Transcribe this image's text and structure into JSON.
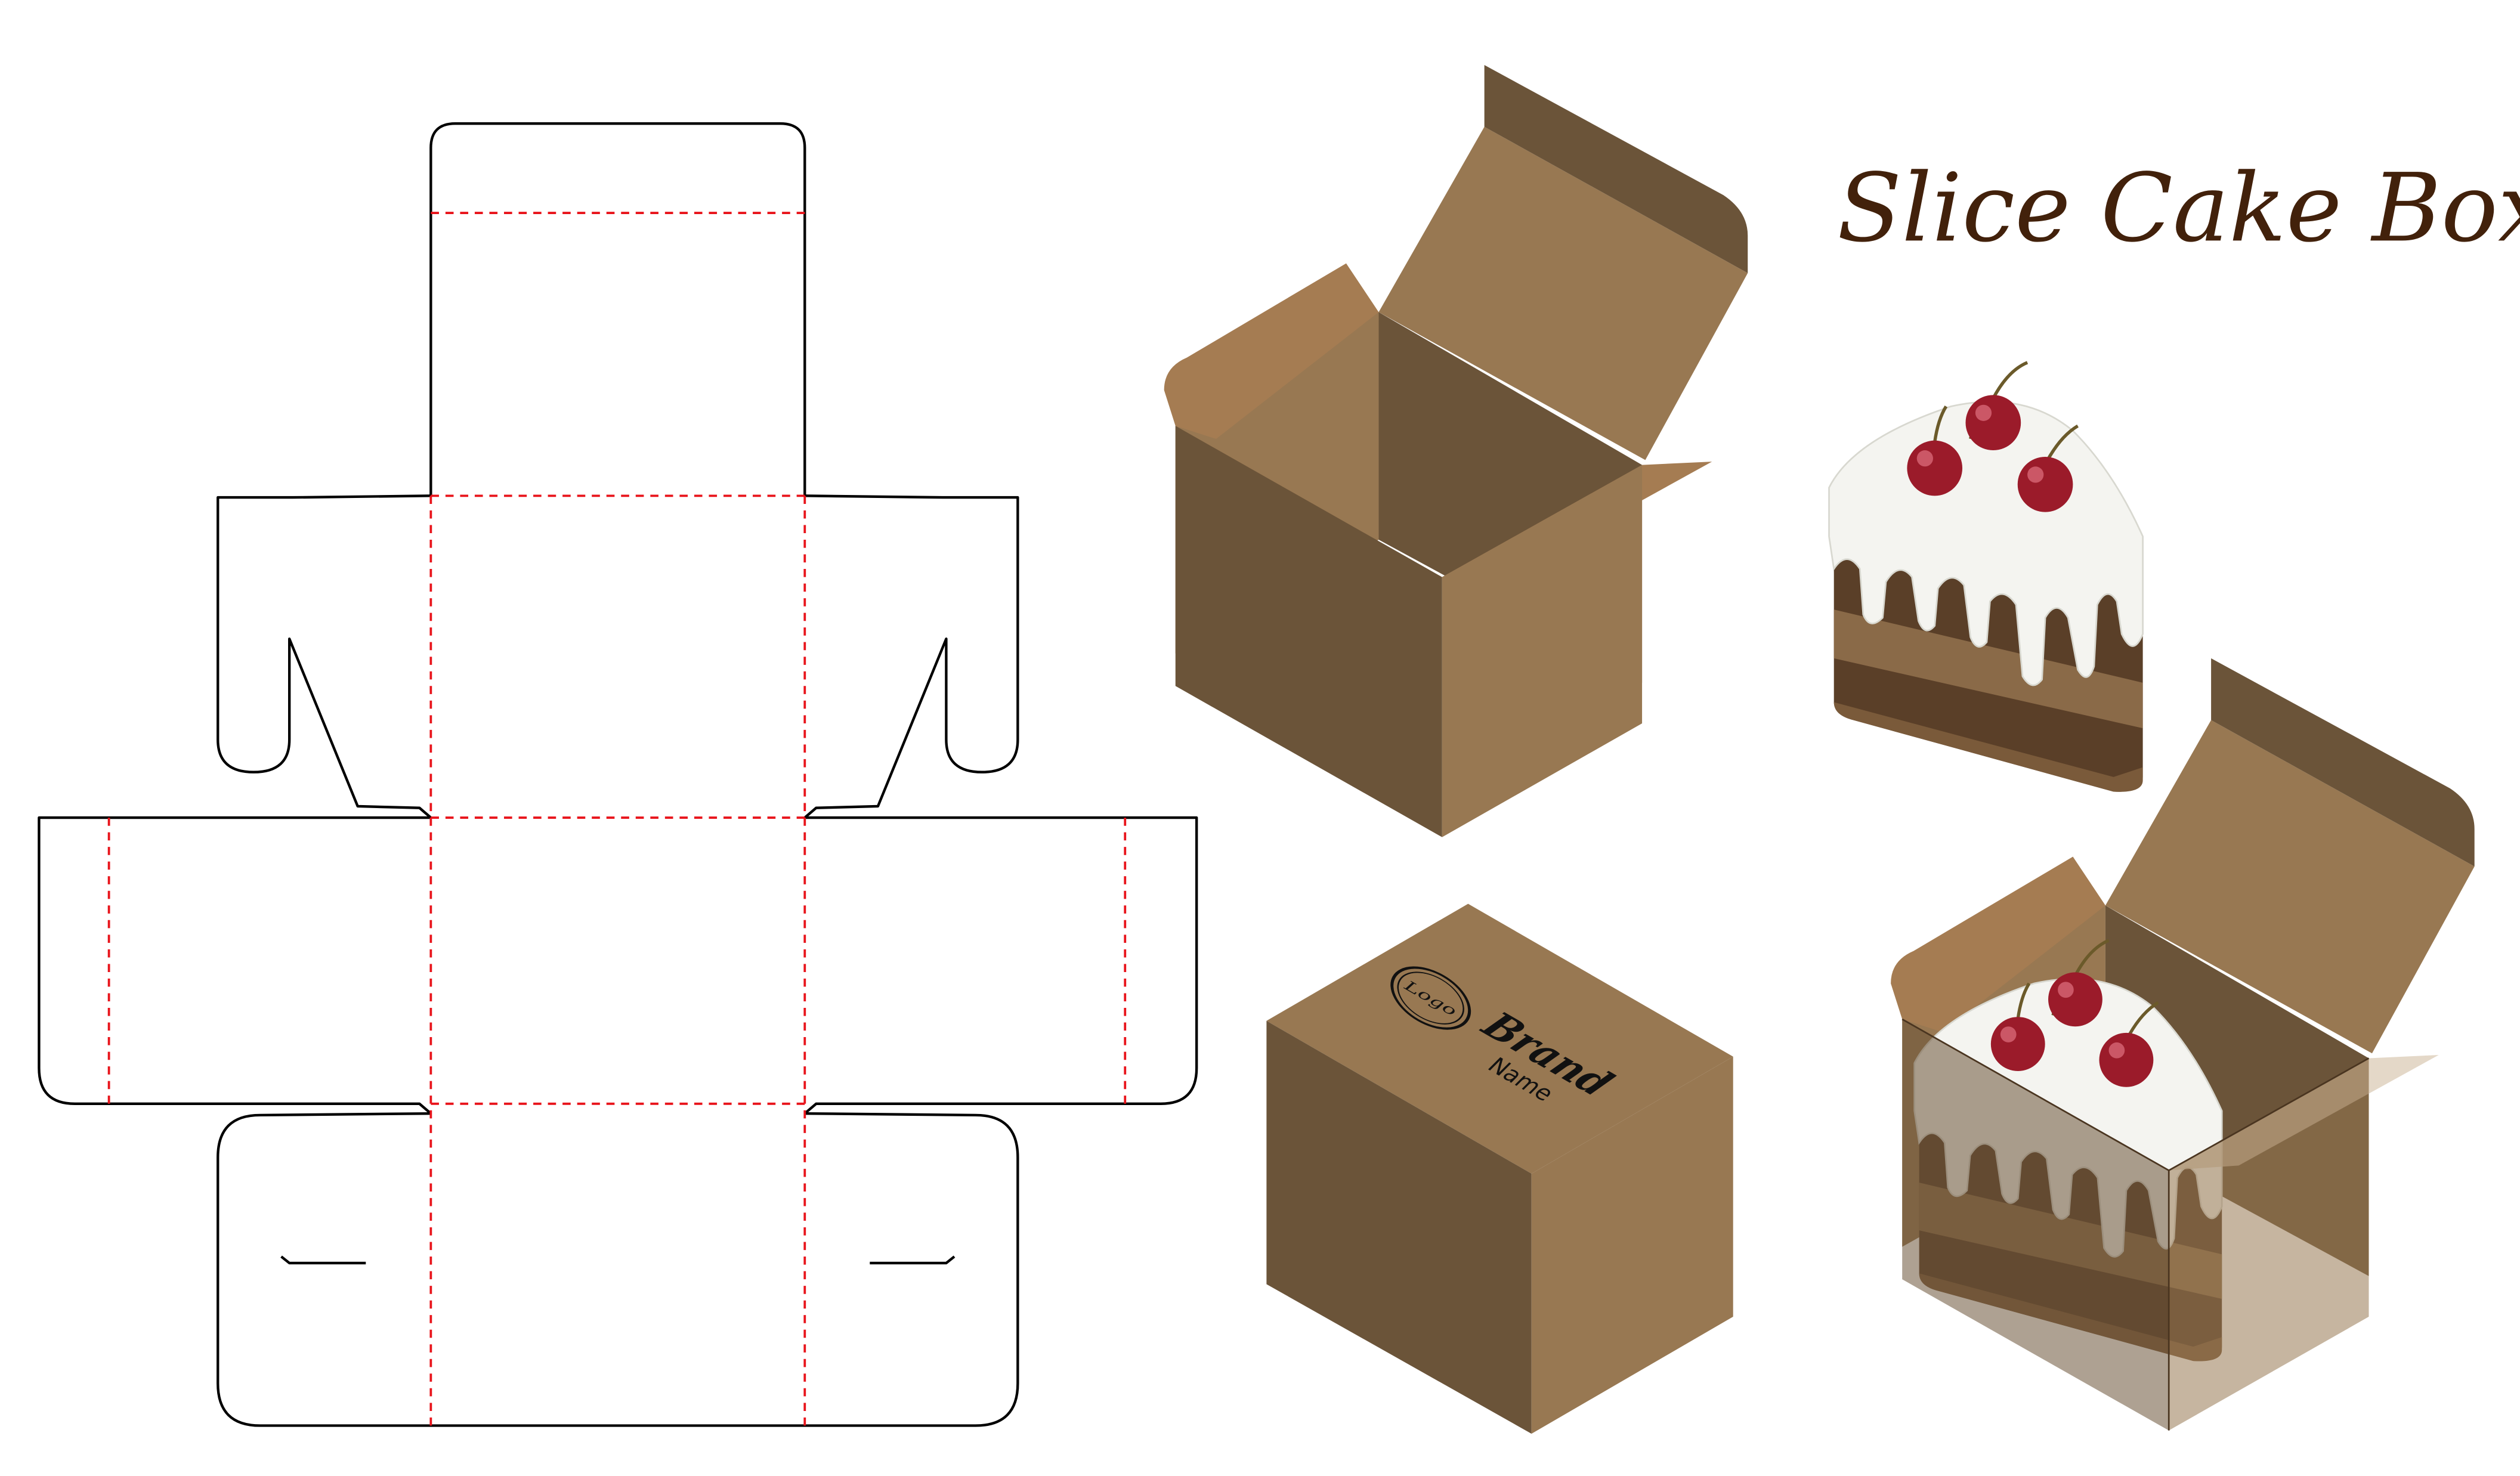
{
  "title": "Slice Cake Box",
  "branding": {
    "logo_text": "Logo",
    "brand_text": "Brand",
    "name_text": "Name"
  },
  "colors": {
    "title": "#42210b",
    "kraft_light": "#987852",
    "kraft_dark": "#6b5439",
    "kraft_flap": "#a57c52",
    "cut_line": "#000000",
    "fold_line": "#e8141b",
    "cherry": "#9b1b2a",
    "cream": "#f4f4f0",
    "sponge_dark": "#5a3f28",
    "sponge_light": "#8a6a48"
  }
}
